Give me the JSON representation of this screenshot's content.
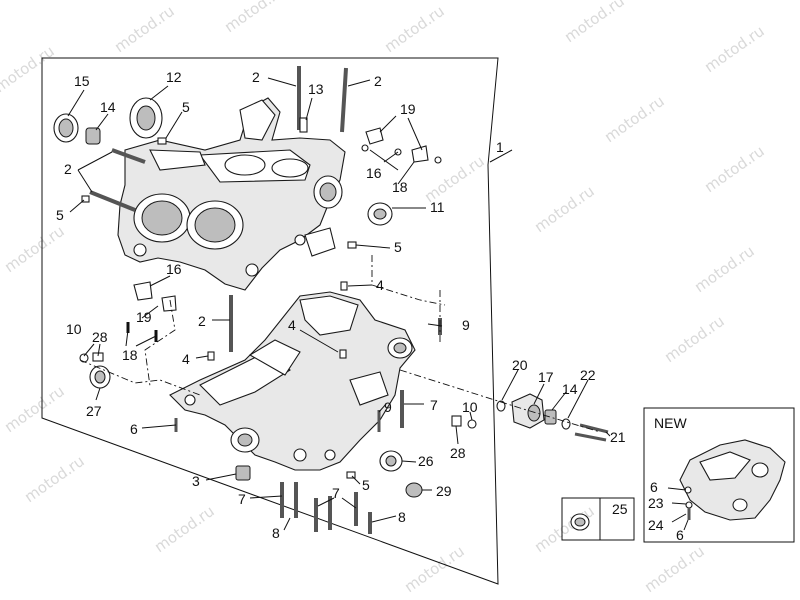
{
  "watermark": "motod.ru",
  "inset": {
    "title": "NEW"
  },
  "box25": {
    "label": "25"
  },
  "callouts": {
    "c1": "1",
    "c2a": "2",
    "c2b": "2",
    "c2c": "2",
    "c2d": "2",
    "c3": "3",
    "c4a": "4",
    "c4b": "4",
    "c4c": "4",
    "c5a": "5",
    "c5b": "5",
    "c5c": "5",
    "c5d": "5",
    "c6a": "6",
    "c6b": "6",
    "c6c": "6",
    "c7a": "7",
    "c7b": "7",
    "c7c": "7",
    "c8a": "8",
    "c8b": "8",
    "c9a": "9",
    "c9b": "9",
    "c10a": "10",
    "c10b": "10",
    "c11": "11",
    "c12": "12",
    "c13": "13",
    "c14a": "14",
    "c14b": "14",
    "c15": "15",
    "c16a": "16",
    "c16b": "16",
    "c17": "17",
    "c18a": "18",
    "c18b": "18",
    "c19a": "19",
    "c19b": "19",
    "c20": "20",
    "c21": "21",
    "c22": "22",
    "c23": "23",
    "c24": "24",
    "c26": "26",
    "c27": "27",
    "c28a": "28",
    "c28b": "28",
    "c29": "29"
  }
}
